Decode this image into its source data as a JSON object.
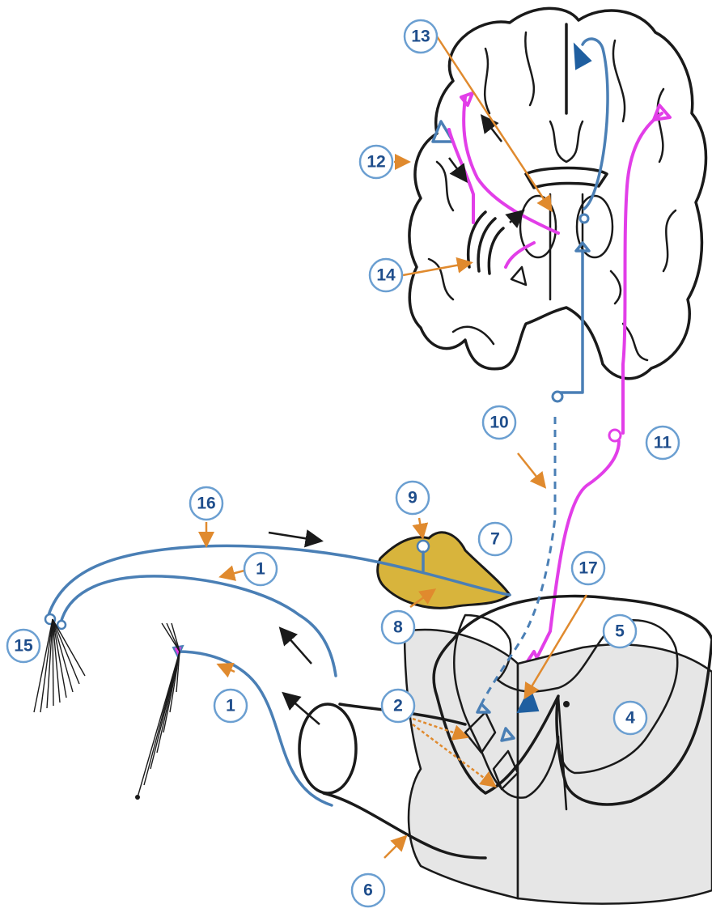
{
  "labels": [
    {
      "id": "lbl-1a",
      "text": "1"
    },
    {
      "id": "lbl-1b",
      "text": "1"
    },
    {
      "id": "lbl-2",
      "text": "2"
    },
    {
      "id": "lbl-4",
      "text": "4"
    },
    {
      "id": "lbl-5",
      "text": "5"
    },
    {
      "id": "lbl-6",
      "text": "6"
    },
    {
      "id": "lbl-7",
      "text": "7"
    },
    {
      "id": "lbl-8",
      "text": "8"
    },
    {
      "id": "lbl-9",
      "text": "9"
    },
    {
      "id": "lbl-10",
      "text": "10"
    },
    {
      "id": "lbl-11",
      "text": "11"
    },
    {
      "id": "lbl-12",
      "text": "12"
    },
    {
      "id": "lbl-13",
      "text": "13"
    },
    {
      "id": "lbl-14",
      "text": "14"
    },
    {
      "id": "lbl-15",
      "text": "15"
    },
    {
      "id": "lbl-16",
      "text": "16"
    },
    {
      "id": "lbl-17",
      "text": "17"
    }
  ],
  "colors": {
    "blue_pathway": "#4a7fb5",
    "pink_pathway": "#e23ee8",
    "ganglion_fill": "#d8b43c",
    "label_ring": "#6b9fd1",
    "pointer_arrows": "#e08a2e",
    "outline": "#1a1a1a",
    "spinal_shade": "#e6e6e6"
  }
}
